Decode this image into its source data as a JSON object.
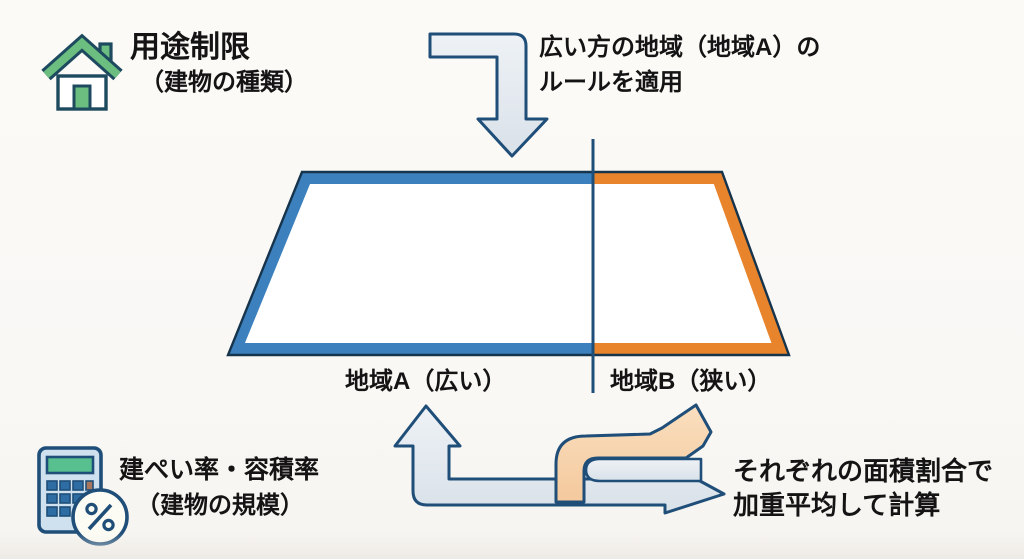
{
  "header": {
    "title": "用途制限",
    "subtitle": "（建物の種類）",
    "icon": "house-icon"
  },
  "top_rule_note": {
    "line1": "広い方の地域（地域A）の",
    "line2": "ルールを適用"
  },
  "zones": {
    "zone_a_label": "地域A（広い）",
    "zone_b_label": "地域B（狭い）"
  },
  "bottom_left": {
    "title": "建ぺい率・容積率",
    "subtitle": "（建物の規模）",
    "icon": "calculator-percent-icon"
  },
  "bottom_rule_note": {
    "line1": "それぞれの面積割合で",
    "line2": "加重平均して計算"
  },
  "colors": {
    "zone_a_blue": "#3c80bd",
    "zone_b_orange": "#e8842c",
    "outline_navy": "#1f4e79",
    "shape_outline_dark": "#17344d",
    "arrow_gray_fill": "#e2e9ef",
    "arrow_peach_fill": "#f7d2ab",
    "icon_green": "#6cbd80",
    "icon_dark_teal": "#1d4a5f",
    "calc_body_blue": "#cfe1ef",
    "calc_screen_green": "#57c08e",
    "calc_button_blue": "#2e6da4",
    "calc_button_brown": "#a8765a",
    "text_black": "#141414"
  }
}
